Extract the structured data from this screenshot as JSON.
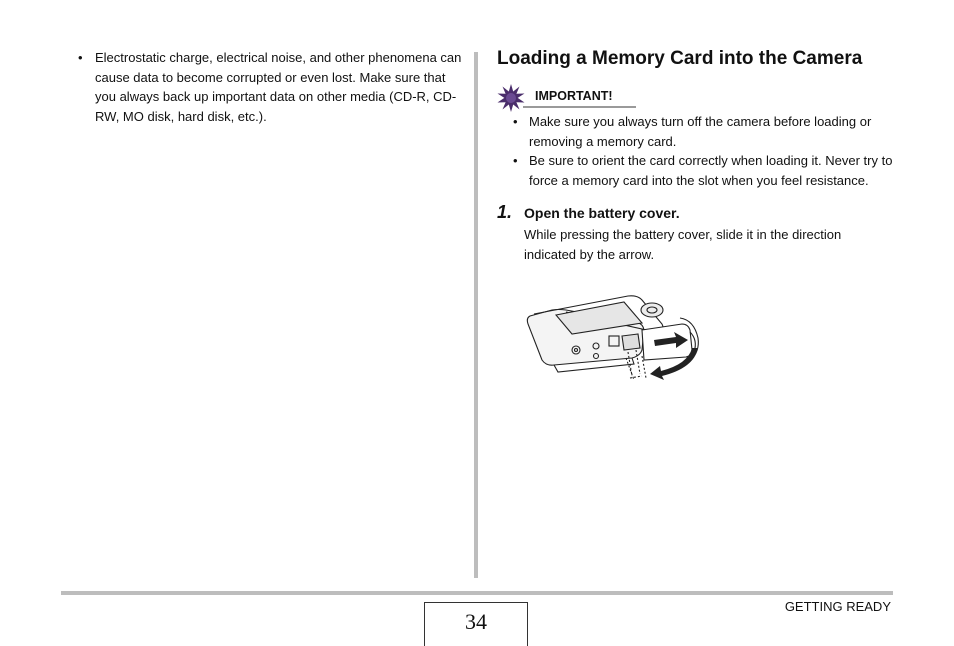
{
  "left": {
    "bullets": [
      "Electrostatic charge, electrical noise, and other phenomena can cause data to become corrupted or even lost. Make sure that you always back up important data on other media (CD-R, CD-RW, MO disk, hard disk, etc.)."
    ]
  },
  "right": {
    "title": "Loading a Memory Card into the Camera",
    "important_label": "IMPORTANT!",
    "important_items": [
      "Make sure you always turn off the camera before loading or removing a memory card.",
      "Be sure to orient the card correctly when loading it. Never try to force a memory card into the slot when you feel resistance."
    ],
    "step": {
      "number": "1.",
      "title": "Open the battery cover.",
      "description": "While pressing the battery cover, slide it in the direction indicated by the arrow."
    }
  },
  "footer": {
    "page_number": "34",
    "section": "GETTING READY"
  }
}
